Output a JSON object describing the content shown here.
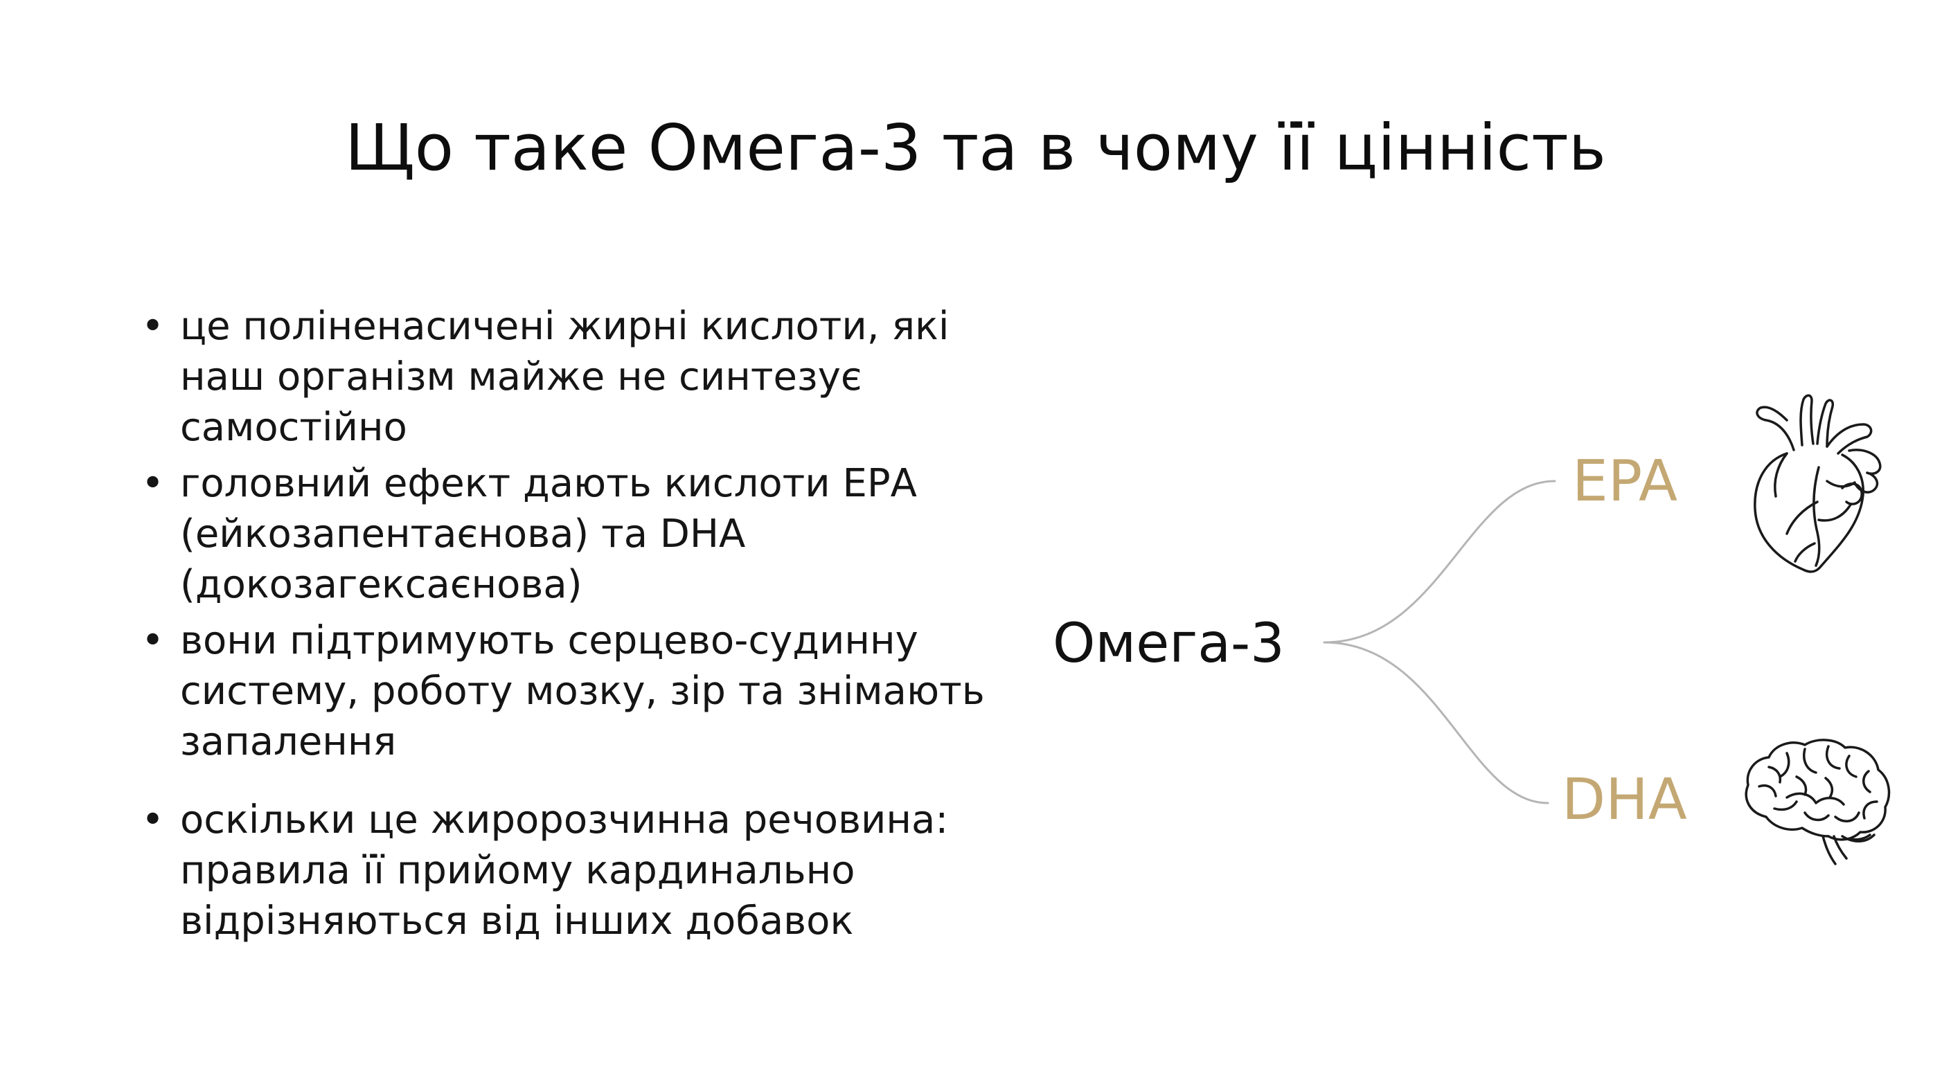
{
  "slide": {
    "title": "Що таке Омега-3 та в чому її цінність",
    "bullets": [
      "це поліненасичені жирні кислоти, які наш організм майже не синтезує самостійно",
      "головний ефект дають кислоти ЕРА (ейкозапентаєнова) та DHA (докозагексаєнова)",
      "вони підтримують серцево-судинну систему, роботу мозку, зір та знімають запалення",
      "оскільки це жиророзчинна речовина: правила її прийому кардинально відрізняються від інших добавок"
    ],
    "bullet_symbol": "•"
  },
  "diagram": {
    "root": "Омега-3",
    "branches": [
      {
        "label": "EPA",
        "icon": "heart-icon"
      },
      {
        "label": "DHA",
        "icon": "brain-icon"
      }
    ],
    "colors": {
      "accent": "#c4a873",
      "connector": "#b5b5b5",
      "text": "#111111",
      "icon_stroke": "#1a1a1a"
    }
  }
}
